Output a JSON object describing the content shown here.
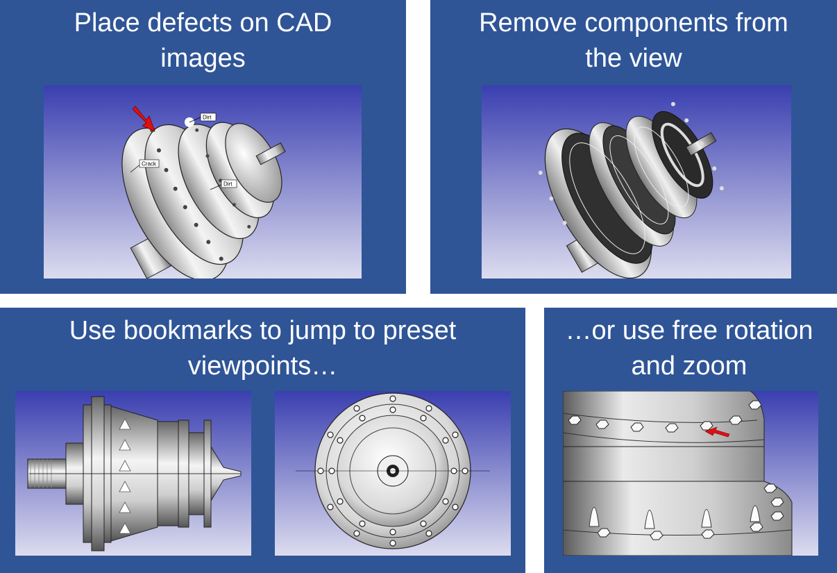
{
  "panels": [
    {
      "title_lines": [
        "Place defects on CAD",
        "images"
      ]
    },
    {
      "title_lines": [
        "Remove components from",
        "the view"
      ]
    },
    {
      "title_lines": [
        "Use bookmarks to jump to preset",
        "viewpoints…"
      ]
    },
    {
      "title_lines": [
        "…or use free rotation",
        "and zoom"
      ]
    }
  ],
  "defect_tags": [
    "Dirt",
    "Crack",
    "Dirt"
  ],
  "colors": {
    "panel_bg": "#2f5597",
    "viewport_top": "#3a3fb0",
    "viewport_bottom": "#dcdcef",
    "defect_arrow": "#e01010"
  }
}
